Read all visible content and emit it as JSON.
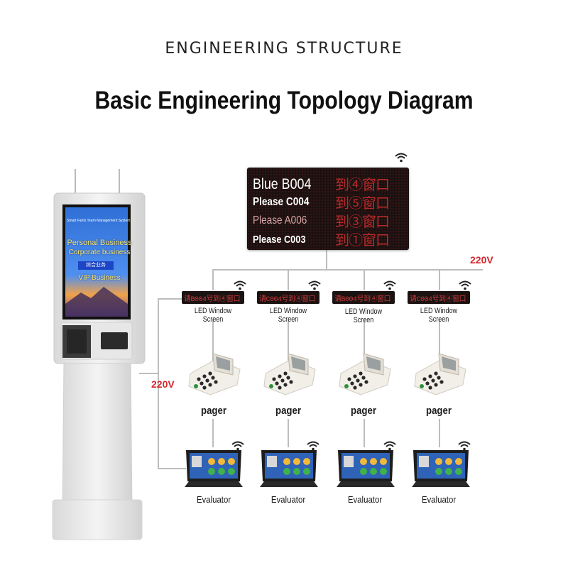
{
  "header": {
    "title": "ENGINEERING STRUCTURE",
    "subtitle": "Basic Engineering Topology Diagram"
  },
  "kiosk": {
    "screen_title": "Smart Fants Team Management System",
    "menu": [
      "Personal Business",
      "Corporate business",
      "综合业务",
      "VIP Business"
    ]
  },
  "led_board": {
    "lines": [
      "Blue B004",
      "Please C004",
      "Please A006",
      "Please C003"
    ],
    "right_rows": [
      "到④窗口",
      "到⑤窗口",
      "到③窗口",
      "到①窗口"
    ]
  },
  "voltage": {
    "top": "220V",
    "left": "220V"
  },
  "units": [
    {
      "screen_label": "LED Window Screen",
      "screen_text": "请B004号到④窗口",
      "pager_label": "pager",
      "evaluator_label": "Evaluator"
    },
    {
      "screen_label": "LED Window Screen",
      "screen_text": "请C004号到④窗口",
      "pager_label": "pager",
      "evaluator_label": "Evaluator"
    },
    {
      "screen_label": "LED Window Screen",
      "screen_text": "请B004号到④窗口",
      "pager_label": "pager",
      "evaluator_label": "Evaluator"
    },
    {
      "screen_label": "LED Window Screen",
      "screen_text": "请C004号到④窗口",
      "pager_label": "pager",
      "evaluator_label": "Evaluator"
    }
  ],
  "colors": {
    "voltage": "#d4262b",
    "wire": "#bdbdbd",
    "led_text": "#c83a3a",
    "background": "#ffffff"
  },
  "icons": {
    "wireless": "wifi-icon"
  }
}
